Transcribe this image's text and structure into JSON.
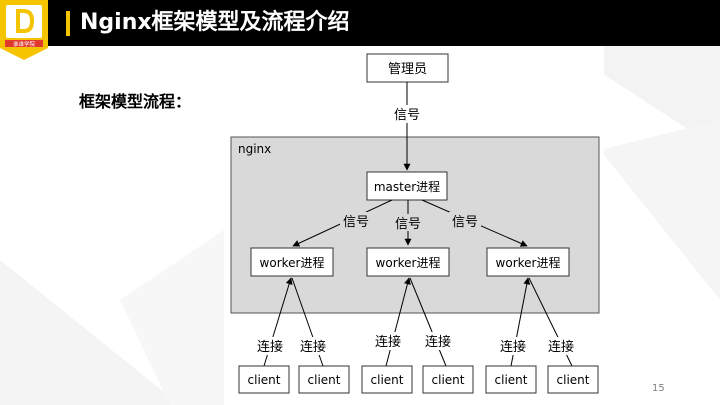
{
  "slide": {
    "title": "Nginx框架模型及流程介绍",
    "subtitle": "框架模型流程：",
    "page_number": "15",
    "logo_text": "谁谁学院"
  },
  "colors": {
    "header": "#000000",
    "accent": "#f4c400",
    "logo_yellow": "#f4c400",
    "nginx_box": "#d9d9d9",
    "node_border": "#333333",
    "background_shard": "#f0f0f0"
  },
  "diagram": {
    "admin": "管理员",
    "admin_signal": "信号",
    "nginx_label": "nginx",
    "master": "master进程",
    "signals": [
      "信号",
      "信号",
      "信号"
    ],
    "workers": [
      "worker进程",
      "worker进程",
      "worker进程"
    ],
    "connections": [
      "连接",
      "连接",
      "连接",
      "连接",
      "连接",
      "连接"
    ],
    "clients": [
      "client",
      "client",
      "client",
      "client",
      "client",
      "client"
    ]
  }
}
